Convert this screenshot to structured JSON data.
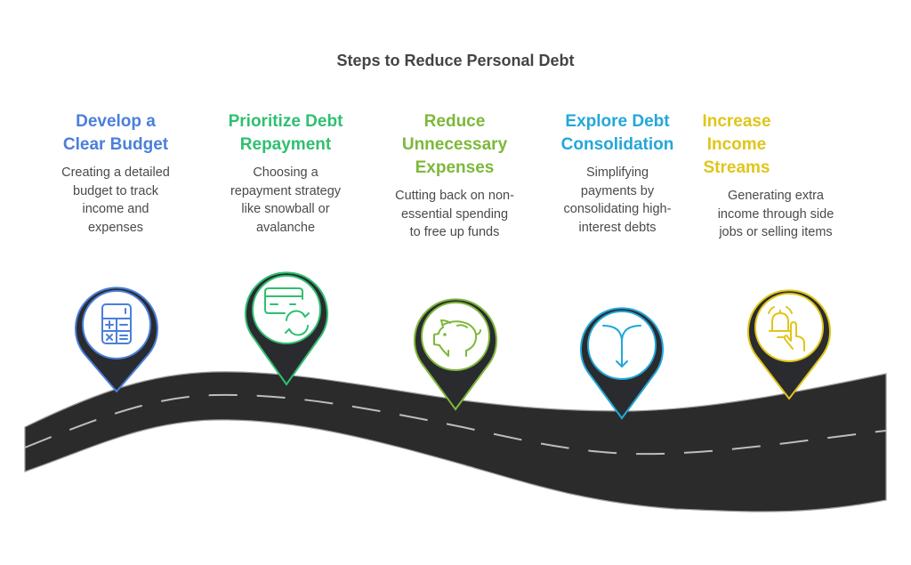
{
  "title": "Steps to Reduce Personal Debt",
  "steps": [
    {
      "heading": [
        "Develop a",
        "Clear Budget"
      ],
      "description": [
        "Creating a detailed",
        "budget to track",
        "income and",
        "expenses"
      ],
      "color": "#4a7fdb",
      "icon": "calculator-icon"
    },
    {
      "heading": [
        "Prioritize Debt",
        "Repayment"
      ],
      "description": [
        "Choosing a",
        "repayment strategy",
        "like snowball or",
        "avalanche"
      ],
      "color": "#2fbf71",
      "icon": "credit-card-refresh-icon"
    },
    {
      "heading": [
        "Reduce",
        "Unnecessary",
        "Expenses"
      ],
      "description": [
        "Cutting back on non-",
        "essential spending",
        "to free up funds"
      ],
      "color": "#7db83a",
      "icon": "piggy-bank-icon"
    },
    {
      "heading": [
        "Explore Debt",
        "Consolidation"
      ],
      "description": [
        "Simplifying",
        "payments by",
        "consolidating high-",
        "interest debts"
      ],
      "color": "#23a7d8",
      "icon": "merge-arrow-icon"
    },
    {
      "heading": [
        "Increase",
        "Income",
        "Streams"
      ],
      "description": [
        "Generating extra",
        "income through side",
        "jobs or selling items"
      ],
      "color": "#e0c51a",
      "icon": "bell-tap-icon"
    }
  ]
}
